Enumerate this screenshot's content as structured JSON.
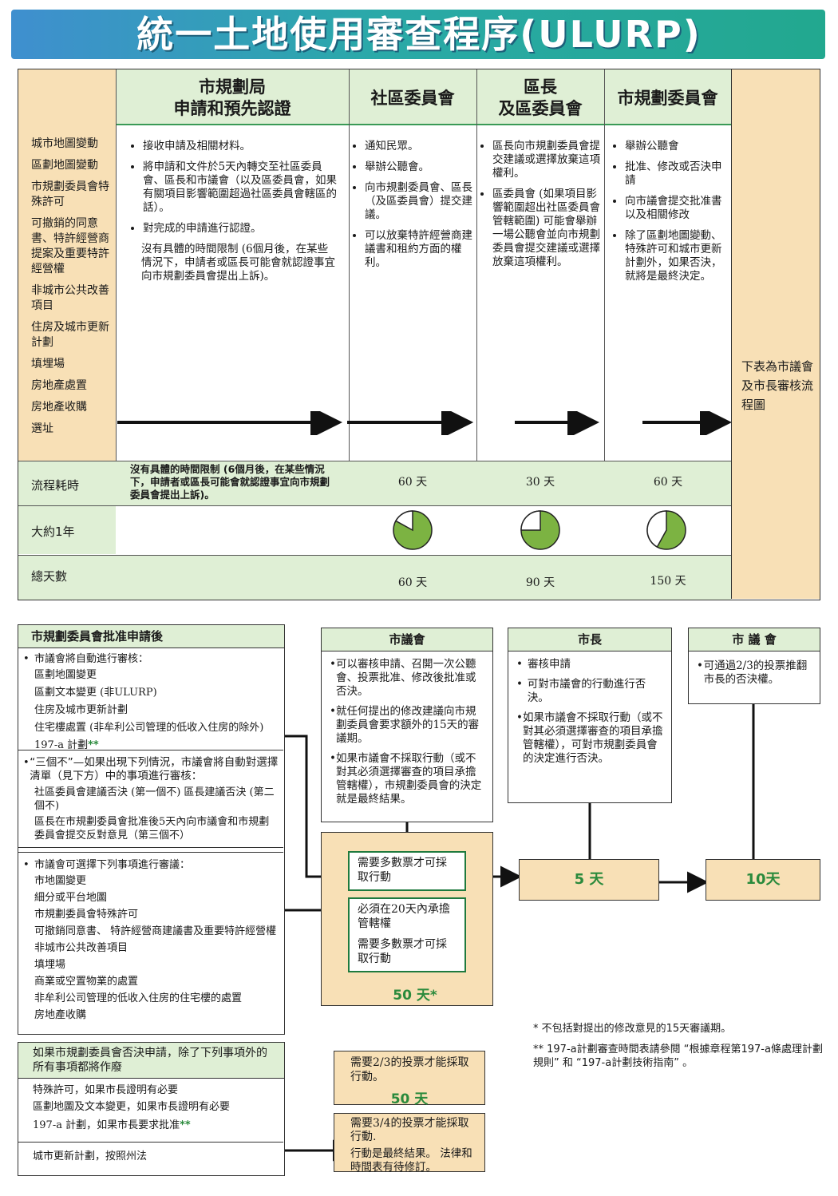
{
  "title": "統一土地使用審查程序(ULURP)",
  "top": {
    "headers": [
      "市規劃局\n申請和預先認證",
      "社區委員會",
      "區長\n及區委員會",
      "市規劃委員會"
    ],
    "left_items": [
      "城市地圖變動",
      "區劃地圖變動",
      "市規劃委員會特殊許可",
      "可撤銷的同意書、特許經營商提案及重要特許經營權",
      "非城市公共改善項目",
      "住房及城市更新計劃",
      "填埋場",
      "房地產處置",
      "房地產收購",
      "選址"
    ],
    "col1": [
      "接收申請及相關材料。",
      "將申請和文件於5天內轉交至社區委員會、區長和市議會（以及區委員會，如果有關項目影響範圍超過社區委員會轄區的話）。",
      "對完成的申請進行認證。"
    ],
    "col1_note": "沒有具體的時間限制 (6個月後，在某些情況下，申請者或區長可能會就認證事宜向市規劃委員會提出上訴)。",
    "col2": [
      "通知民眾。",
      "舉辦公聽會。",
      "向市規劃委員會、區長（及區委員會）提交建議。",
      "可以放棄特許經營商建議書和租約方面的權利。"
    ],
    "col3": [
      "區長向市規劃委員會提交建議或選擇放棄這項權利。",
      "區委員會 (如果項目影響範圍超出社區委員會管轄範圍) 可能會舉辦一場公聽會並向市規劃委員會提交建議或選擇放棄這項權利。"
    ],
    "col4": [
      "舉辦公聽會",
      "批准、修改或否決申請",
      "向市議會提交批准書以及相關修改",
      "除了區劃地圖變動、特殊許可和城市更新計劃外，如果否決，就將是最終決定。"
    ],
    "right_note": "下表為市議會及市長審核流程圖",
    "row_time_label": "流程耗時",
    "row_time": [
      "沒有具體的時間限制 (6個月後，在某些情況下，申請者或區長可能會就認證事宜向市規劃委員會提出上訴)。",
      "60 天",
      "30 天",
      "60 天"
    ],
    "row_year_label": "大約1年",
    "row_total_label": "總天數",
    "row_total": [
      "60 天",
      "90 天",
      "150 天"
    ],
    "pie_fractions": [
      0.17,
      0.25,
      0.42
    ]
  },
  "bottom": {
    "cpc_title": "市規劃委員會批准申請後",
    "cpc_auto_lead": "市議會將自動進行審核：",
    "cpc_auto_items": [
      "區劃地圖變更",
      "區劃文本變更 (非ULURP)",
      "住房及城市更新計劃",
      "住宅樓處置 (非牟利公司管理的低收入住房的除外)",
      "197-a 計劃"
    ],
    "stars2": "**",
    "three_no_lead": "“三個不”—如果出現下列情況，市議會將自動對選擇清單（見下方）中的事項進行審核：",
    "three_no_items": [
      "社區委員會建議否決 (第一個不) 區長建議否決 (第二個不)",
      "區長在市規劃委員會批准後5天內向市議會和市規劃委員會提交反對意見（第三個不）"
    ],
    "optional_lead": "市議會可選擇下列事項進行審議：",
    "optional_items": [
      "市地圖變更",
      "細分或平台地圖",
      "市規劃委員會特殊許可",
      "可撤銷同意書、 特許經營商建議書及重要特許經營權",
      "非城市公共改善項目",
      "填埋場",
      "商業或空置物業的處置",
      "非牟利公司管理的低收入住房的住宅樓的處置",
      "房地產收購"
    ],
    "deny_title": "如果市規劃委員會否決申請，除了下列事項外的所有事項都將作廢",
    "deny_items": [
      "特殊許可，如果市長證明有必要",
      "區劃地圖及文本變更，如果市長證明有必要",
      "197-a 計劃，如果市長要求批准"
    ],
    "deny_last": "城市更新計劃，按照州法",
    "council_title": "市議會",
    "council_items": [
      "可以審核申請、召開一次公聽會、投票批准、修改後批准或否決。",
      "就任何提出的修改建議向市規劃委員會要求額外的15天的審議期。",
      "如果市議會不採取行動（或不對其必須選擇審查的項目承擔管轄權），市規劃委員會的決定就是最終結果。"
    ],
    "mayor_title": "市長",
    "mayor_items": [
      "審核申請",
      "可對市議會的行動進行否決。",
      "如果市議會不採取行動（或不對其必須選擇審查的項目承擔管轄權），可對市規劃委員會的決定進行否決。"
    ],
    "council2_title": "市 議 會",
    "council2_items": [
      "可通過2/3的投票推翻市長的否決權。"
    ],
    "majority1": "需要多數票才可採取行動",
    "within20": "必須在20天內承擔管轄權",
    "majority2": "需要多數票才可採取行動",
    "days50": "50 天*",
    "days5": "5 天",
    "days10": "10天",
    "two_thirds": "需要2/3的投票才能採取行動。",
    "days50b": "50 天",
    "three_quarters": "需要3/4的投票才能採取行動.",
    "final_action": "行動是最終結果。 法律和時間表有待修訂。",
    "footnote1": "* 不包括對提出的修改意見的15天審議期。",
    "footnote2": "** 197-a計劃審查時間表請參閱 “根據章程第197-a條處理計劃規則” 和 “197-a計劃技術指南” 。"
  },
  "colors": {
    "green_header": "#dfefd5",
    "tan": "#f8e0b6",
    "green_text": "#2a8a3c",
    "pie_green": "#7cb342"
  }
}
